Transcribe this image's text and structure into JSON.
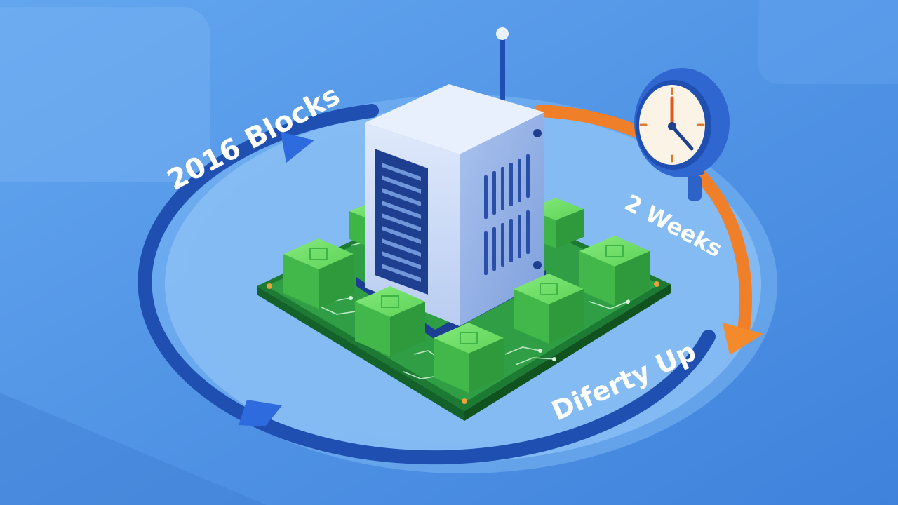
{
  "diagram": {
    "labels": {
      "blocks": "2016 Blocks",
      "weeks": "2 Weeks",
      "difficulty": "Diferty Up"
    },
    "colors": {
      "background": "#4f93e6",
      "ring_dark_blue": "#1f4fb0",
      "ring_light": "#8fc2f5",
      "orange_arrow": "#f07f2a",
      "board_green": "#2f9e45",
      "chip_green": "#5fd35f",
      "server_body": "#c9dbf7",
      "server_panel": "#1e3f8f"
    },
    "icons": [
      "server-icon",
      "clock-icon",
      "antenna-icon",
      "circuit-board-icon",
      "cycle-arrow-icon"
    ]
  }
}
